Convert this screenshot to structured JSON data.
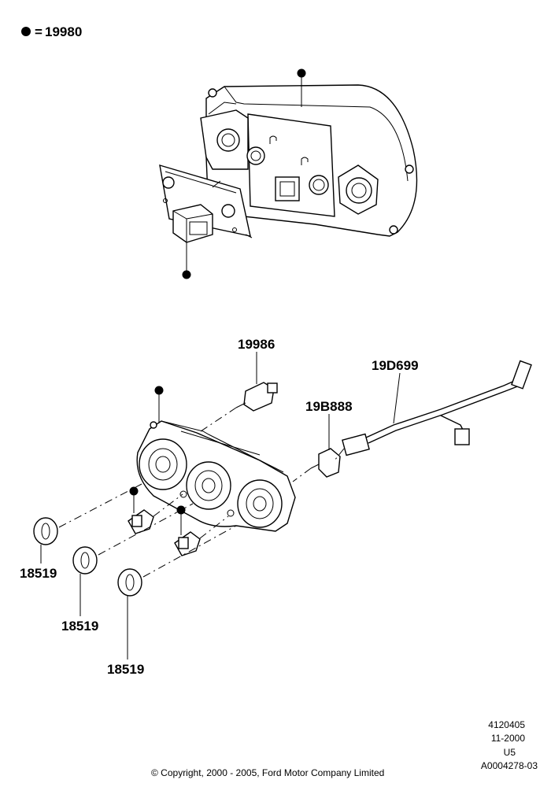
{
  "legend": {
    "marker": "●",
    "equals": "=",
    "part_number": "19980"
  },
  "callouts": {
    "switch": "19986",
    "harness": "19D699",
    "resistor": "19B888",
    "knob_1": "18519",
    "knob_2": "18519",
    "knob_3": "18519"
  },
  "meta": {
    "illustration_number": "4120405",
    "date": "11-2000",
    "code": "U5",
    "reference": "A0004278-03"
  },
  "copyright": "© Copyright, 2000 - 2005, Ford Motor Company Limited"
}
